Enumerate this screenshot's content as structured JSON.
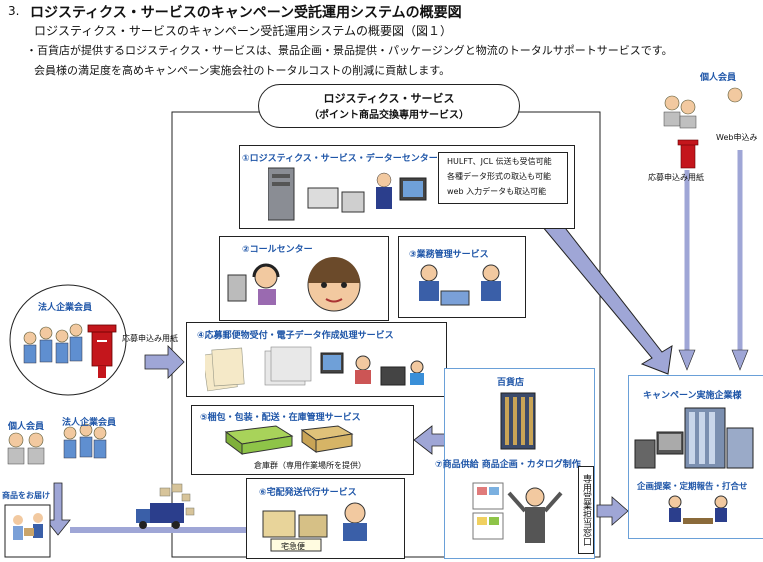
{
  "header": {
    "number": "3.",
    "title": "ロジスティクス・サービスのキャンペーン受託運用システムの概要図",
    "subtitle": "ロジスティクス・サービスのキャンペーン受託運用システムの概要図（図１）",
    "bullet_line1": "・百貨店が提供するロジスティクス・サービスは、景品企画・景品提供・パッケージングと物流のトータルサポートサービスです。",
    "bullet_line2": "会員様の満足度を高めキャンペーン実施会社のトータルコストの削減に貢献します。"
  },
  "center": {
    "title_line1": "ロジスティクス・サービス",
    "title_line2": "（ポイント商品交換専用サービス）"
  },
  "boxes": {
    "data_center": "①ロジスティクス・サービス・データーセンター",
    "data_center_notes": [
      "HULFT、JCL 伝送も受信可能",
      "各種データ形式の取込も可能",
      "web 入力データも取込可能"
    ],
    "call_center": "②コールセンター",
    "business_mgmt": "③業務管理サービス",
    "form_processing": "④応募郵便物受付・電子データ作成処理サービス",
    "packing": "⑤梱包・包装・配送・在庫管理サービス",
    "warehouse": "倉庫群（専用作業場所を提供）",
    "delivery": "⑥宅配発送代行サービス",
    "delivery_truck_text": "宅急便",
    "dept_store": "百貨店",
    "product_supply": "⑦商品供給 商品企画・カタログ制作",
    "sales_window": "専用営業担当窓口"
  },
  "left": {
    "corp_member": "法人企業会員",
    "form_label": "応募申込み用紙",
    "indiv_member": "個人会員",
    "corp_member2": "法人企業会員",
    "delivery_label": "商品をお届け"
  },
  "right": {
    "indiv_member": "個人会員",
    "web_label": "Web申込み",
    "form_label": "応募申込み用紙",
    "campaign_company": "キャンペーン実施企業様",
    "proposal": "企画提案・定期報告・打合せ"
  }
}
